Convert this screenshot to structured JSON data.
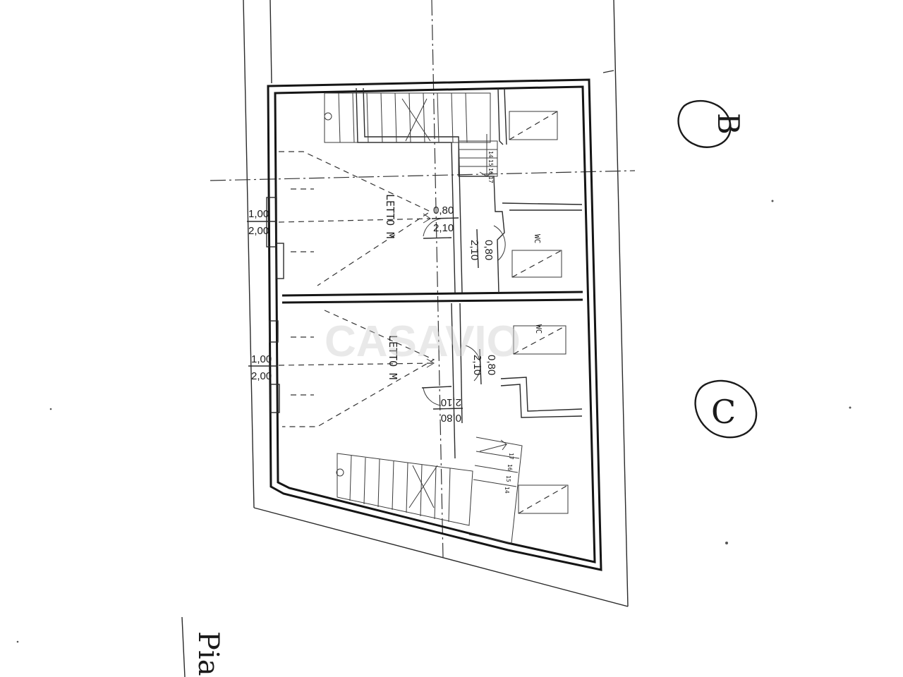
{
  "rooms": {
    "upper_bedroom": "LETTO M",
    "lower_bedroom": "LETTO M",
    "upper_wc": "WC",
    "lower_wc": "WC"
  },
  "dimensions": {
    "upper_window_width": "1,00",
    "upper_window_height": "2,00",
    "lower_window_width": "1,00",
    "lower_window_height": "2,00",
    "upper_door_width": "0,80",
    "upper_door_height": "2,10",
    "upper_wc_door_width": "0,80",
    "upper_wc_door_height": "2,10",
    "lower_wc_door_width": "0,80",
    "lower_wc_door_height": "2,10",
    "lower_door_width": "0,80",
    "lower_door_height": "2,10"
  },
  "stair_steps": {
    "upper": [
      "14",
      "15",
      "16",
      "17"
    ],
    "lower": [
      "14",
      "15",
      "16",
      "17"
    ]
  },
  "unit_labels": {
    "unit_b": "B",
    "unit_c": "C"
  },
  "caption": "Pia",
  "watermark": "CASAVIO"
}
